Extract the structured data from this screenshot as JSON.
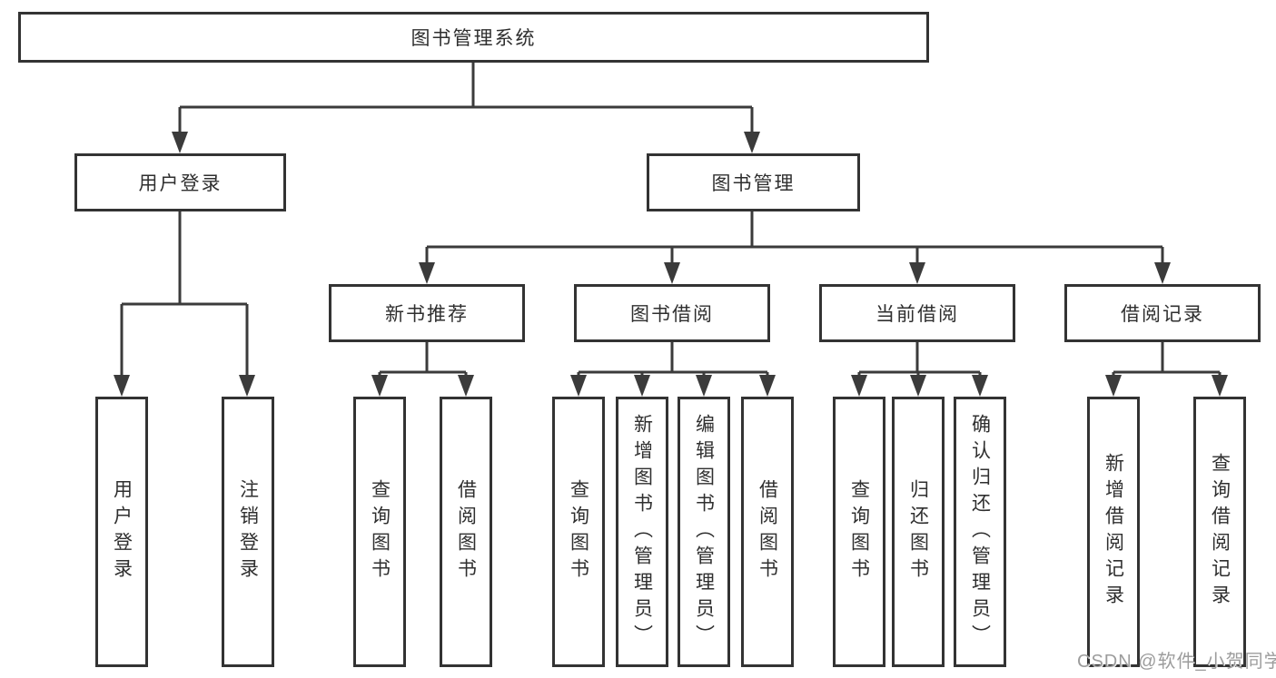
{
  "tree": {
    "label": "图书管理系统",
    "children": [
      {
        "label": "用户登录",
        "children": [
          {
            "label": "用户登录"
          },
          {
            "label": "注销登录"
          }
        ]
      },
      {
        "label": "图书管理",
        "children": [
          {
            "label": "新书推荐",
            "children": [
              {
                "label": "查询图书"
              },
              {
                "label": "借阅图书"
              }
            ]
          },
          {
            "label": "图书借阅",
            "children": [
              {
                "label": "查询图书"
              },
              {
                "label": "新增图书（管理员）"
              },
              {
                "label": "编辑图书（管理员）"
              },
              {
                "label": "借阅图书"
              }
            ]
          },
          {
            "label": "当前借阅",
            "children": [
              {
                "label": "查询图书"
              },
              {
                "label": "归还图书"
              },
              {
                "label": "确认归还（管理员）"
              }
            ]
          },
          {
            "label": "借阅记录",
            "children": [
              {
                "label": "新增借阅记录"
              },
              {
                "label": "查询借阅记录"
              }
            ]
          }
        ]
      }
    ]
  },
  "watermark": "CSDN @软件_小贺同学",
  "colors": {
    "line": "#3b3b3b",
    "box_border": "#333333",
    "text": "#2f2f2f",
    "watermark": "#9c9c9c",
    "background": "#ffffff"
  }
}
